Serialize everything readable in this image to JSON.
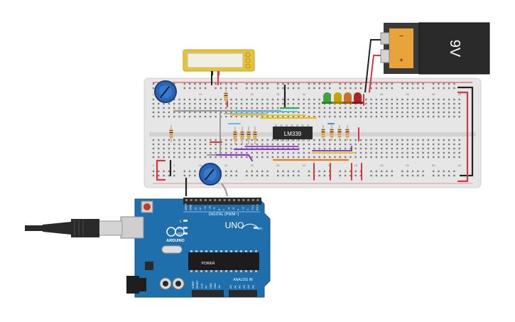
{
  "battery": {
    "label": "9V",
    "minus": "−",
    "plus": "+"
  },
  "chip": {
    "label": "LM339"
  },
  "arduino": {
    "brand": "ARDUINO",
    "model": "UNO",
    "digital_header": "DIGITAL (PWM~)",
    "power_header": "POWER",
    "analog_header": "ANALOG IN",
    "tx": "TX",
    "rx": "RX",
    "l": "L",
    "on": "ON",
    "digital_pins": [
      "AREF",
      "GND",
      "13",
      "12",
      "~11",
      "~10",
      "~9",
      "8",
      "7",
      "~6",
      "~5",
      "4",
      "~3",
      "2",
      "TX 1",
      "RX 0"
    ],
    "power_pins": [
      "IOREF",
      "RESET",
      "3.3V",
      "5V",
      "GND",
      "GND",
      "Vin"
    ],
    "analog_pins": [
      "A0",
      "A1",
      "A2",
      "A3",
      "A4",
      "A5"
    ]
  },
  "breadboard": {
    "top_numbers": [
      "1",
      "5",
      "10",
      "15",
      "20",
      "25",
      "30",
      "35",
      "40",
      "45",
      "50",
      "55",
      "60"
    ],
    "bottom_numbers": [
      "1",
      "5",
      "10",
      "15",
      "20",
      "25",
      "30",
      "35",
      "40",
      "45",
      "50",
      "55",
      "60"
    ]
  },
  "colors": {
    "breadboard": "#e8e8e8",
    "arduino": "#1f6fad",
    "battery_body": "#e8a33b",
    "battery_cap": "#2a2a2a",
    "wire_red": "#d9363e",
    "wire_black": "#222222",
    "wire_gray": "#9a9a9a",
    "wire_purple": "#8a3fc2",
    "wire_yellow": "#e8c21b",
    "wire_green": "#39a84a",
    "wire_orange": "#e87a1b",
    "wire_blue": "#4a8fd6",
    "led_green": "#3fa33f",
    "led_yellow": "#c9a100",
    "led_orange": "#c6702a",
    "led_red": "#b32222",
    "pot_blue": "#2a64b4"
  }
}
